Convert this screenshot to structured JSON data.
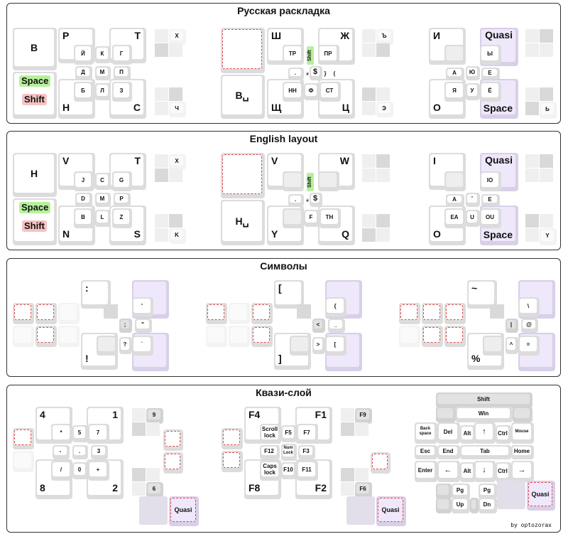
{
  "panels": {
    "russian": {
      "title": "Русская раскладка",
      "left": {
        "b": "В",
        "space": "Space",
        "shift": "Shift",
        "n": "Н",
        "p": "Р",
        "t": "Т",
        "s": "С",
        "y": "Й",
        "k": "К",
        "g": "Г",
        "d": "Д",
        "m": "М",
        "pp": "П",
        "bb": "Б",
        "l": "Л",
        "z": "З",
        "x": "Х",
        "ch": "Ч"
      },
      "middle": {
        "bspace": "В␣",
        "sh": "Ш",
        "zh": "Ж",
        "shch": "Щ",
        "ts": "Ц",
        "tr": "ТР",
        "pr": "ПР",
        "nn": "НН",
        "f": "Ф",
        "st": "СТ",
        "hard": "Ъ",
        "e": "Э",
        "comma": ",",
        ".": ".",
        "hash": "#",
        "dollar": "$",
        "brace": "}",
        "paren": "(",
        "shift": "Shift"
      },
      "right": {
        "i": "И",
        "quasi": "Quasi",
        "o": "О",
        "space": "Space",
        "yy": "Ы",
        "a": "А",
        "yu": "Ю",
        "ye": "Е",
        "ya": "Я",
        "u": "У",
        "yo": "Ё",
        "soft": "Ь"
      }
    },
    "english": {
      "title": "English layout",
      "left": {
        "h": "H",
        "space": "Space",
        "shift": "Shift",
        "n": "N",
        "v": "V",
        "t": "T",
        "s": "S",
        "j": "J",
        "c": "C",
        "g": "G",
        "d": "D",
        "m": "M",
        "p": "P",
        "b": "B",
        "l": "L",
        "z": "Z",
        "x": "X",
        "k": "K"
      },
      "middle": {
        "hspace": "H␣",
        "v": "V",
        "w": "W",
        "y": "Y",
        "q": "Q",
        "f": "F",
        "th": "TH",
        "comma": ",",
        ".": ".",
        "hash": "#",
        "dollar": "$",
        "shift": "Shift"
      },
      "right": {
        "i": "I",
        "quasi": "Quasi",
        "o": "O",
        "space": "Space",
        "io": "IO",
        "a": "A",
        "apos": "'",
        "e": "E",
        "ea": "EA",
        "u": "U",
        "ou": "OU",
        "yk": "Y"
      }
    },
    "symbols": {
      "title": "Символы",
      "g1": {
        "top": ":",
        "bottom": "!",
        "r1": "'",
        "r2": ";",
        "r3": "\"",
        "r4": "?",
        "r5": "`"
      },
      "g2": {
        "top": "[",
        "bottom": "]",
        "r1": "{",
        "r2": "<",
        "r3": "_",
        "r4": ">",
        "r5": "["
      },
      "g3": {
        "top": "~",
        "bottom": "%",
        "r1": "\\",
        "r2": "|",
        "r3": "@",
        "r4": "^",
        "r5": "="
      }
    },
    "quasi": {
      "title": "Квази-слой",
      "num": {
        "tl": "4",
        "tr": "1",
        "bl": "8",
        "br": "2",
        "star": "*",
        "five": "5",
        "seven": "7",
        "minus": "-",
        "dot": ".",
        "three": "3",
        "slash": "/",
        "zero": "0",
        "plus": "+",
        "nine": "9",
        "six": "6",
        "quasi": "Quasi"
      },
      "fn": {
        "tl": "F4",
        "tr": "F1",
        "bl": "F8",
        "br": "F2",
        "scroll": "Scroll lock",
        "f5": "F5",
        "f7": "F7",
        "f12": "F12",
        "numlock": "Num Lock",
        "f3": "F3",
        "caps": "Caps lock",
        "f10": "F10",
        "f11": "F11",
        "f9": "F9",
        "f6": "F6",
        "quasi": "Quasi"
      },
      "nav": {
        "shift": "Shift",
        "win": "Win",
        "backspace": "Back space",
        "del": "Del",
        "alt": "Alt",
        "up": "↑",
        "ctrl": "Ctrl",
        "mouse": "Mouse",
        "esc": "Esc",
        "end": "End",
        "tab": "Tab",
        "home": "Home",
        "enter": "Enter",
        "left": "←",
        "alt2": "Alt",
        "down": "↓",
        "ctrl2": "Ctrl",
        "right": "→",
        "pgup1": "Pg",
        "pgup2": "Up",
        "pgdn1": "Pg",
        "pgdn2": "Dn",
        "quasi": "Quasi"
      }
    }
  },
  "byline": "by optozorax",
  "colors": {
    "accent_green": "#b6f09a",
    "accent_red": "#f6c2c2",
    "quasi_purple": "#efe8fb",
    "dashed_red": "#e04a4a"
  }
}
